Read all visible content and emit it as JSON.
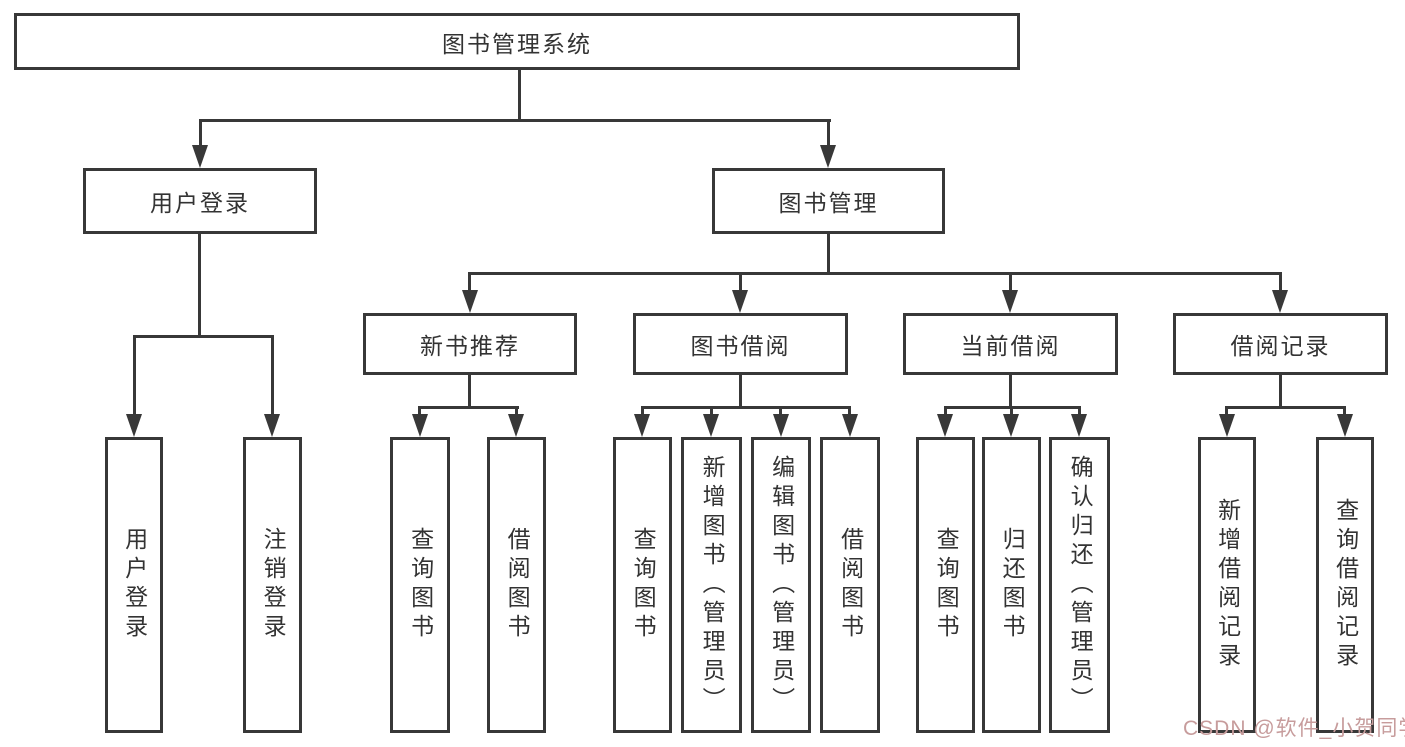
{
  "diagram_title": "图书管理系统",
  "tree": {
    "root": "图书管理系统",
    "children": [
      {
        "label": "用户登录",
        "children": [
          "用户登录",
          "注销登录"
        ]
      },
      {
        "label": "图书管理",
        "children": [
          {
            "label": "新书推荐",
            "children": [
              "查询图书",
              "借阅图书"
            ]
          },
          {
            "label": "图书借阅",
            "children": [
              "查询图书",
              "新增图书（管理员）",
              "编辑图书（管理员）",
              "借阅图书"
            ]
          },
          {
            "label": "当前借阅",
            "children": [
              "查询图书",
              "归还图书",
              "确认归还（管理员）"
            ]
          },
          {
            "label": "借阅记录",
            "children": [
              "新增借阅记录",
              "查询借阅记录"
            ]
          }
        ]
      }
    ]
  },
  "watermark": {
    "text": "CSDN @软件_小贺同学",
    "color": "#c79c9c"
  },
  "icons": {
    "arrow_down": "css-triangle-down"
  },
  "colors": {
    "line": "#383838",
    "text": "#333333",
    "background": "#ffffff"
  }
}
